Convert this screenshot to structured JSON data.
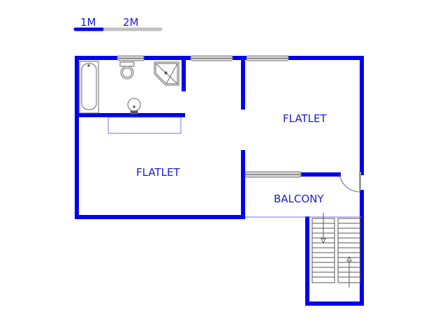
{
  "scale_bar": {
    "label_1": "1M",
    "label_2": "2M"
  },
  "rooms": [
    {
      "name": "flatlet-left",
      "label": "FLATLET"
    },
    {
      "name": "flatlet-right",
      "label": "FLATLET"
    },
    {
      "name": "balcony",
      "label": "BALCONY"
    }
  ],
  "colors": {
    "wall": "#0000ee",
    "label": "#1a1adb",
    "fixture": "#555555",
    "window": "#9a9a9a",
    "scale_grey": "#c0c0c0"
  }
}
